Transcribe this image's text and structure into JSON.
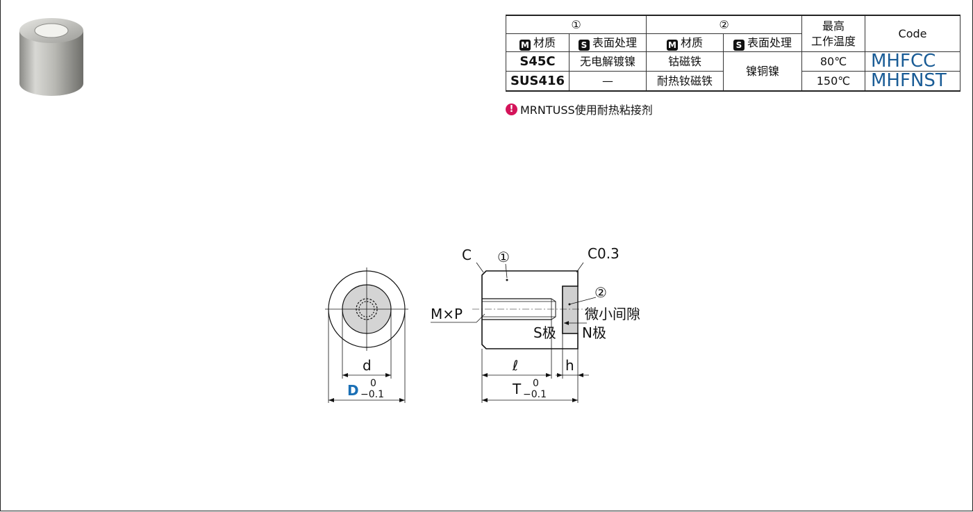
{
  "table": {
    "group1": "①",
    "group2": "②",
    "max_temp_line1": "最高",
    "max_temp_line2": "工作温度",
    "code_header": "Code",
    "material_badge": "M",
    "material_label": "材质",
    "surface_badge": "S",
    "surface_label": "表面处理",
    "rows": [
      {
        "m1": "S45C",
        "s1": "无电解镀镍",
        "m2": "钴磁铁",
        "s2": "镍铜镍",
        "temp": "80℃",
        "code": "MHFCC"
      },
      {
        "m1": "SUS416",
        "s1": "—",
        "m2": "耐热钕磁铁",
        "temp": "150℃",
        "code": "MHFNST"
      }
    ]
  },
  "note": {
    "icon": "!",
    "text": "MRNTUSS使用耐热粘接剂"
  },
  "drawing": {
    "chamfer_c": "C",
    "chamfer_c03": "C0.3",
    "part1": "①",
    "part2": "②",
    "thread": "M×P",
    "gap": "微小间隙",
    "s_pole": "S极",
    "n_pole": "N极",
    "dim_d": "d",
    "dim_D": "D",
    "tol_upper": "0",
    "tol_lower": "−0.1",
    "dim_l": "ℓ",
    "dim_h": "h",
    "dim_T": "T"
  },
  "colors": {
    "code_blue": "#1a5c96",
    "dim_blue": "#1a6fb5",
    "note_icon": "#d4145a"
  }
}
